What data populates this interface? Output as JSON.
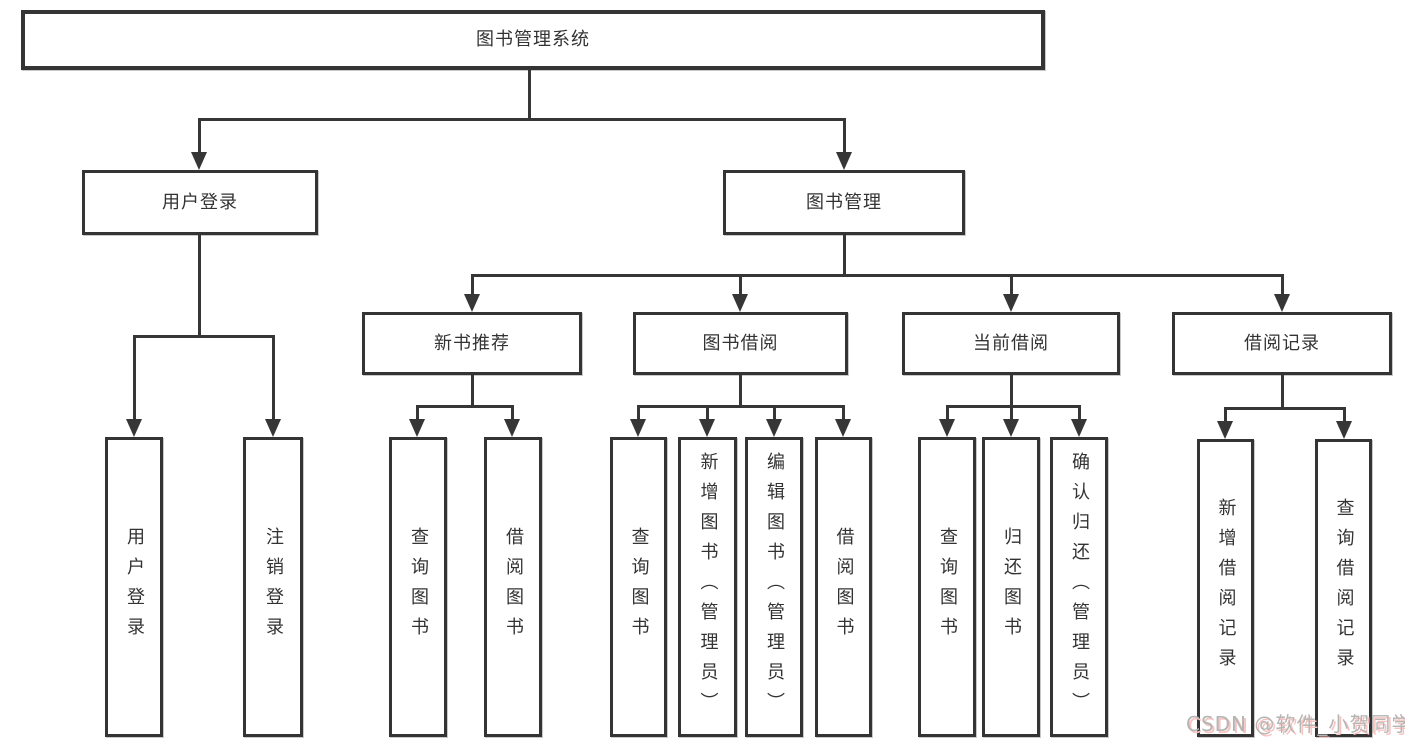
{
  "diagram": {
    "title": "图书管理系统",
    "watermark": "CSDN @软件_小贺同学",
    "colors": {
      "line": "#363636",
      "border": "#343434",
      "text": "#333333",
      "background": "#ffffff",
      "watermark_gray": "#b5b5b5",
      "watermark_pink": "#f8c3bf"
    },
    "nodes": {
      "root": {
        "label": "图书管理系统"
      },
      "user_login": {
        "label": "用户登录"
      },
      "book_mgmt": {
        "label": "图书管理"
      },
      "new_book_rec": {
        "label": "新书推荐"
      },
      "book_borrow": {
        "label": "图书借阅"
      },
      "current_borrow": {
        "label": "当前借阅"
      },
      "borrow_records": {
        "label": "借阅记录"
      },
      "leaf_user_login": {
        "label": "用户登录"
      },
      "leaf_logout": {
        "label": "注销登录"
      },
      "leaf_query_books_a": {
        "label": "查询图书"
      },
      "leaf_borrow_books_a": {
        "label": "借阅图书"
      },
      "leaf_query_books_b": {
        "label": "查询图书"
      },
      "leaf_add_books": {
        "label": "新增图书（管理员）"
      },
      "leaf_edit_books": {
        "label": "编辑图书（管理员）"
      },
      "leaf_borrow_books_b": {
        "label": "借阅图书"
      },
      "leaf_query_books_c": {
        "label": "查询图书"
      },
      "leaf_return_books": {
        "label": "归还图书"
      },
      "leaf_confirm_return": {
        "label": "确认归还（管理员）"
      },
      "leaf_add_record": {
        "label": "新增借阅记录"
      },
      "leaf_query_record": {
        "label": "查询借阅记录"
      }
    },
    "hierarchy": {
      "图书管理系统": {
        "用户登录": [
          "用户登录",
          "注销登录"
        ],
        "图书管理": {
          "新书推荐": [
            "查询图书",
            "借阅图书"
          ],
          "图书借阅": [
            "查询图书",
            "新增图书（管理员）",
            "编辑图书（管理员）",
            "借阅图书"
          ],
          "当前借阅": [
            "查询图书",
            "归还图书",
            "确认归还（管理员）"
          ],
          "借阅记录": [
            "新增借阅记录",
            "查询借阅记录"
          ]
        }
      }
    }
  }
}
